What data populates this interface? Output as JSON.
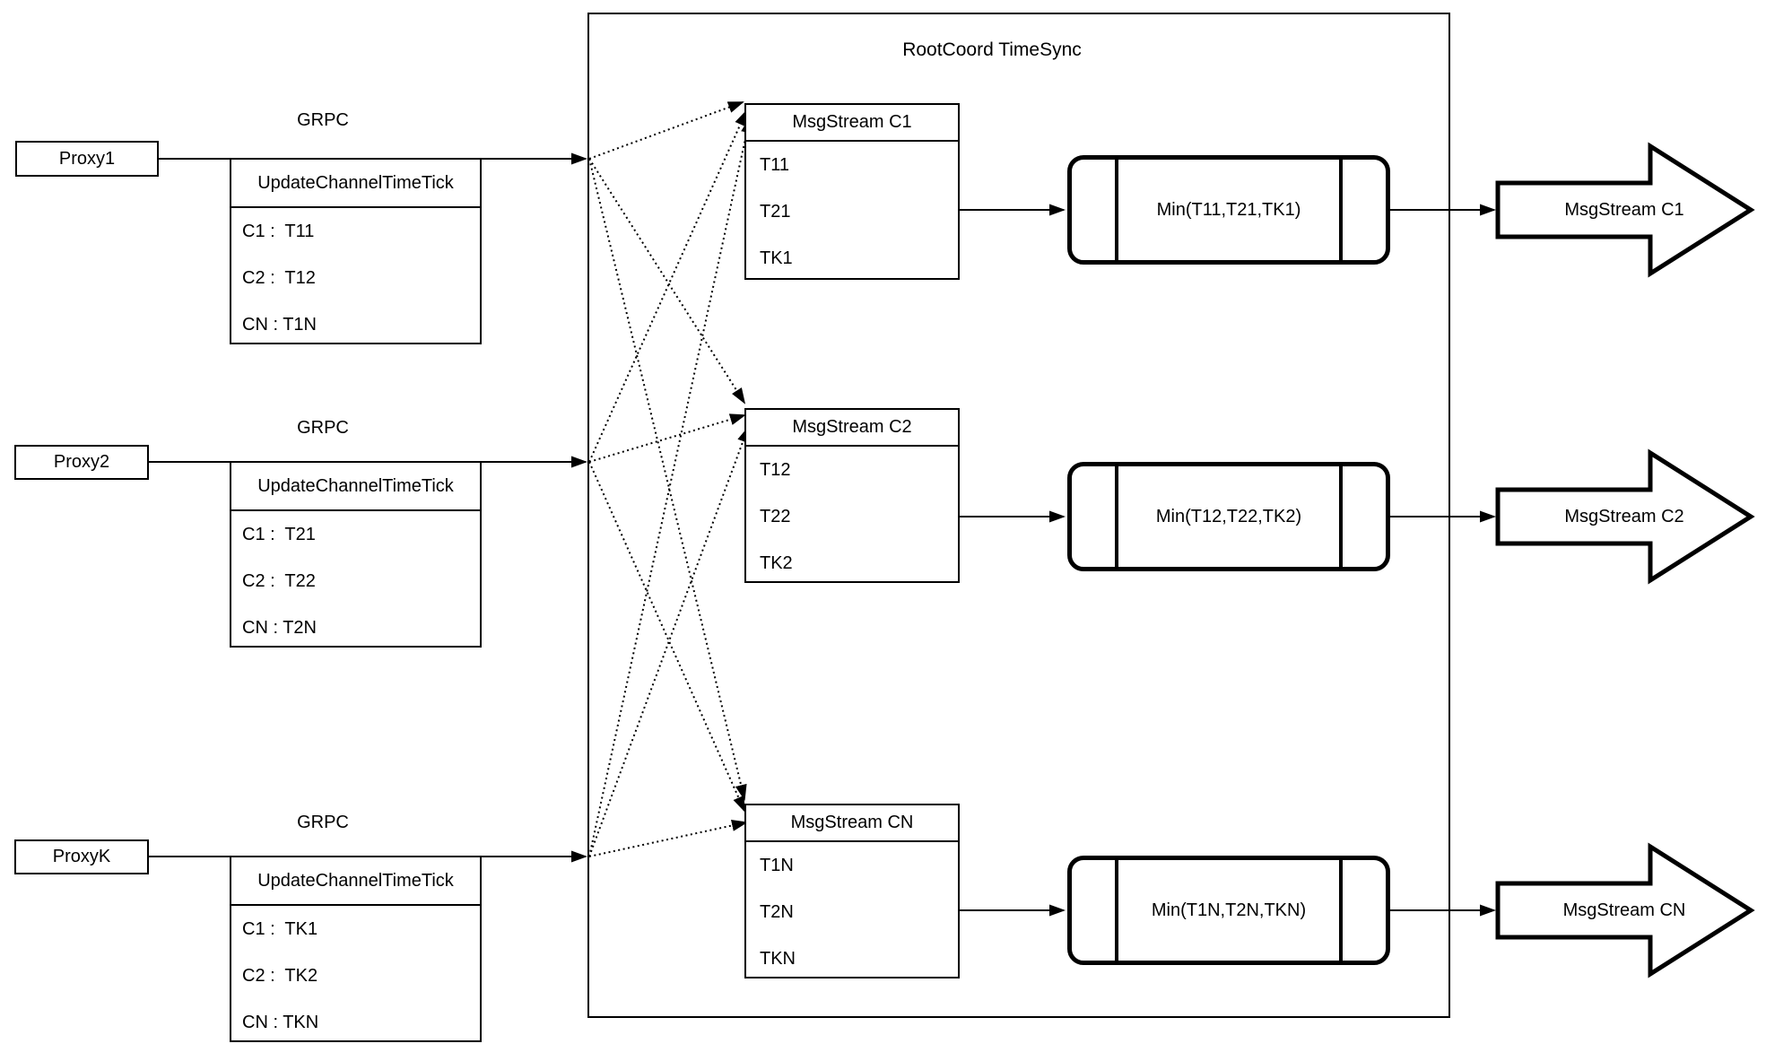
{
  "diagram": {
    "root_box_title": "RootCoord TimeSync",
    "colors": {
      "line": "#000000",
      "background": "#ffffff"
    },
    "rows": [
      {
        "proxy_label": "Proxy1",
        "grpc_label": "GRPC",
        "table_header": "UpdateChannelTimeTick",
        "table_rows": [
          "C1 :  T11",
          "C2 :  T12",
          "CN : T1N"
        ],
        "msgstream_title": "MsgStream C1",
        "msgstream_values": [
          "T11",
          "T21",
          "TK1"
        ],
        "min_label": "Min(T11,T21,TK1)",
        "output_arrow_label": "MsgStream C1"
      },
      {
        "proxy_label": "Proxy2",
        "grpc_label": "GRPC",
        "table_header": "UpdateChannelTimeTick",
        "table_rows": [
          "C1 :  T21",
          "C2 :  T22",
          "CN : T2N"
        ],
        "msgstream_title": "MsgStream C2",
        "msgstream_values": [
          "T12",
          "T22",
          "TK2"
        ],
        "min_label": "Min(T12,T22,TK2)",
        "output_arrow_label": "MsgStream C2"
      },
      {
        "proxy_label": "ProxyK",
        "grpc_label": "GRPC",
        "table_header": "UpdateChannelTimeTick",
        "table_rows": [
          "C1 :  TK1",
          "C2 :  TK2",
          "CN : TKN"
        ],
        "msgstream_title": "MsgStream CN",
        "msgstream_values": [
          "T1N",
          "T2N",
          "TKN"
        ],
        "min_label": "Min(T1N,T2N,TKN)",
        "output_arrow_label": "MsgStream CN"
      }
    ]
  }
}
